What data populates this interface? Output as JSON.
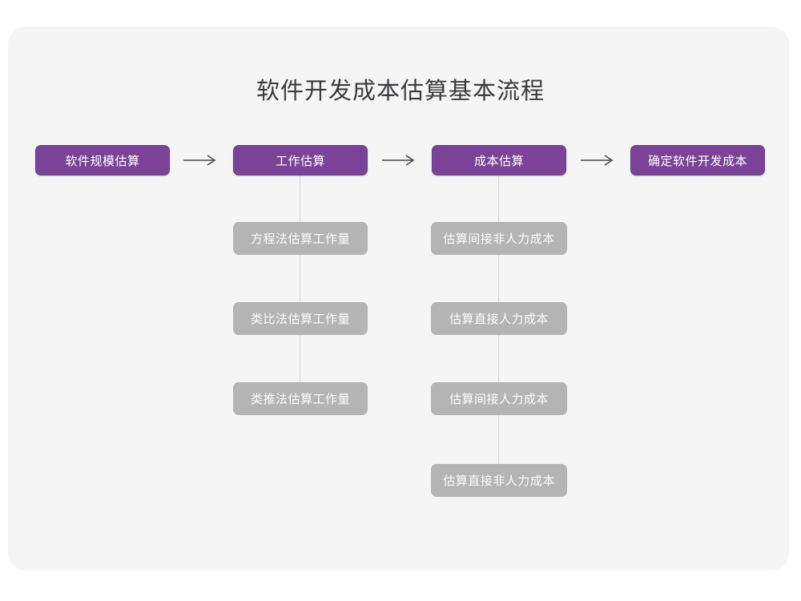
{
  "page": {
    "title": "软件开发成本估算基本流程",
    "background_color": "#ffffff",
    "card_color": "#f5f5f6"
  },
  "palette": {
    "primary": "#7b4397",
    "secondary": "#b4b4b4",
    "title_text": "#3b3a3c",
    "node_text": "#ffffff",
    "connector": "#d3d3d4",
    "arrow": "#4a4a4a"
  },
  "chart_data": {
    "type": "diagram",
    "title": "软件开发成本估算基本流程",
    "orientation": "left-to-right with vertical sub-branches",
    "stages": [
      {
        "id": "stage-1",
        "label": "软件规模估算",
        "level": "primary",
        "substeps": []
      },
      {
        "id": "stage-2",
        "label": "工作估算",
        "level": "primary",
        "substeps": [
          "方程法估算工作量",
          "类比法估算工作量",
          "类推法估算工作量"
        ]
      },
      {
        "id": "stage-3",
        "label": "成本估算",
        "level": "primary",
        "substeps": [
          "估算间接非人力成本",
          "估算直接人力成本",
          "估算间接人力成本",
          "估算直接非人力成本"
        ]
      },
      {
        "id": "stage-4",
        "label": "确定软件开发成本",
        "level": "primary",
        "substeps": []
      }
    ],
    "connectors": [
      {
        "from": "stage-1",
        "to": "stage-2",
        "type": "arrow",
        "glyph": "⟶"
      },
      {
        "from": "stage-2",
        "to": "stage-3",
        "type": "arrow",
        "glyph": "⟶"
      },
      {
        "from": "stage-3",
        "to": "stage-4",
        "type": "arrow",
        "glyph": "⟶"
      }
    ]
  },
  "nodes": {
    "stage1": "软件规模估算",
    "stage2": "工作估算",
    "stage3": "成本估算",
    "stage4": "确定软件开发成本",
    "work": {
      "s1": "方程法估算工作量",
      "s2": "类比法估算工作量",
      "s3": "类推法估算工作量"
    },
    "cost": {
      "s1": "估算间接非人力成本",
      "s2": "估算直接人力成本",
      "s3": "估算间接人力成本",
      "s4": "估算直接非人力成本"
    }
  }
}
